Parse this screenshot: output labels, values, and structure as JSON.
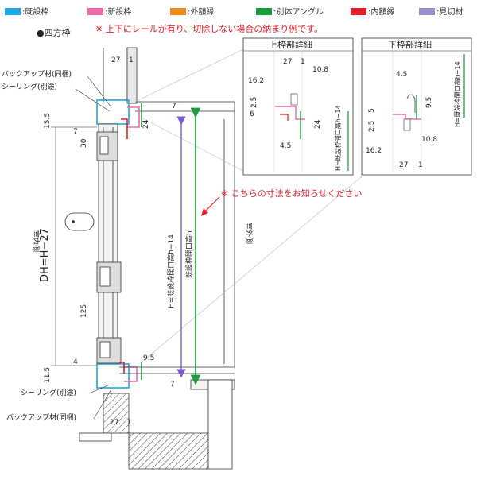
{
  "legend": [
    {
      "label": ":既設枠",
      "color": "#1fa8e0"
    },
    {
      "label": ":新設枠",
      "color": "#ee6aa6"
    },
    {
      "label": ":外額縁",
      "color": "#f08a1c"
    },
    {
      "label": ":別体アングル",
      "color": "#1a9b3c"
    },
    {
      "label": ":内額縁",
      "color": "#e4202a"
    },
    {
      "label": ":見切材",
      "color": "#9b8fd0"
    }
  ],
  "heading": "●四方枠",
  "note_top": "※ 上下にレールが有り、切除しない場合の納まり例です。",
  "note_mid": "※ こちらの寸法をお知らせください",
  "labels": {
    "backup_top": "バックアップ材(同梱)",
    "sealing_top": "シーリング(別途)",
    "sealing_bottom": "シーリング(別途)",
    "backup_bottom": "バックアップ材(同梱)",
    "indoor": "室内側",
    "outdoor": "室外側",
    "dh": "DH=H−27",
    "h_opening": "H=既設枠開口高h−14",
    "exist_opening": "既設枠開口高h"
  },
  "detail_top": {
    "title": "上枠部詳細",
    "dims": [
      "27",
      "1",
      "10.8",
      "16.2",
      "2.5",
      "6",
      "24",
      "4.5"
    ],
    "vlabel": "H=既設枠開口高h−14"
  },
  "detail_bottom": {
    "title": "下枠部詳細",
    "dims": [
      "4.5",
      "9.5",
      "5",
      "2.5",
      "10.8",
      "16.2",
      "27",
      "1"
    ],
    "vlabel": "H=既設枠開口高h−14"
  },
  "main_dims": {
    "top_w": "27",
    "top_1": "1",
    "d15": "15.5",
    "d7a": "7",
    "d30": "30",
    "d24": "24",
    "d7b": "7",
    "d125": "125",
    "d4": "4",
    "d95": "9.5",
    "d11": "11.5",
    "d7c": "7",
    "bot_w": "27",
    "bot_1": "1"
  }
}
